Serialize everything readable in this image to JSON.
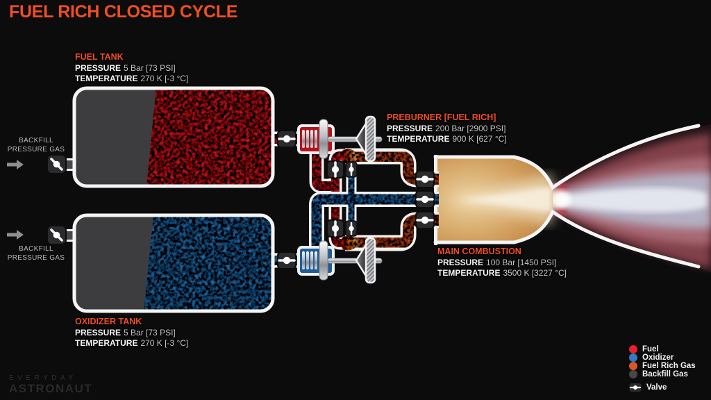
{
  "title": "FUEL RICH CLOSED CYCLE",
  "labels": {
    "fuel_tank": {
      "title": "FUEL TANK",
      "pressure_label": "PRESSURE",
      "pressure_value": "5 Bar [73 PSI]",
      "temperature_label": "TEMPERATURE",
      "temperature_value": "270 K [-3 °C]"
    },
    "oxidizer_tank": {
      "title": "OXIDIZER TANK",
      "pressure_label": "PRESSURE",
      "pressure_value": "5 Bar [73 PSI]",
      "temperature_label": "TEMPERATURE",
      "temperature_value": "270 K [-3 °C]"
    },
    "preburner": {
      "title": "PREBURNER [FUEL RICH]",
      "pressure_label": "PRESSURE",
      "pressure_value": "200 Bar [2900 PSI]",
      "temperature_label": "TEMPERATURE",
      "temperature_value": "900 K [627 °C]"
    },
    "main_combustion": {
      "title": "MAIN COMBUSTION",
      "pressure_label": "PRESSURE",
      "pressure_value": "100 Bar [1450 PSI]",
      "temperature_label": "TEMPERATURE",
      "temperature_value": "3500 K [3227 °C]"
    },
    "backfill_top": {
      "line1": "BACKFILL",
      "line2": "PRESSURE GAS"
    },
    "backfill_bottom": {
      "line1": "BACKFILL",
      "line2": "PRESSURE GAS"
    }
  },
  "legend": {
    "items": [
      {
        "label": "Fuel",
        "color": "#e8212a",
        "marker": "dot"
      },
      {
        "label": "Oxidizer",
        "color": "#2e7cc3",
        "marker": "dot"
      },
      {
        "label": "Fuel Rich Gas",
        "color": "#d9562a",
        "marker": "dot"
      },
      {
        "label": "Backfill Gas",
        "color": "#47474a",
        "marker": "dot"
      },
      {
        "label": "Valve",
        "marker": "valve-icon"
      }
    ]
  },
  "logo": {
    "line1": "EVERYDAY",
    "line2": "ASTRONAUT"
  },
  "colors": {
    "background": "#0c0c0d",
    "accent_orange": "#f04e23",
    "fuel_red": "#e8212a",
    "oxidizer_blue": "#2e7cc3",
    "fuel_rich_gas_orange": "#d9562a",
    "backfill_gray": "#47474a",
    "pipe_casing_white": "#f2f2f2"
  }
}
